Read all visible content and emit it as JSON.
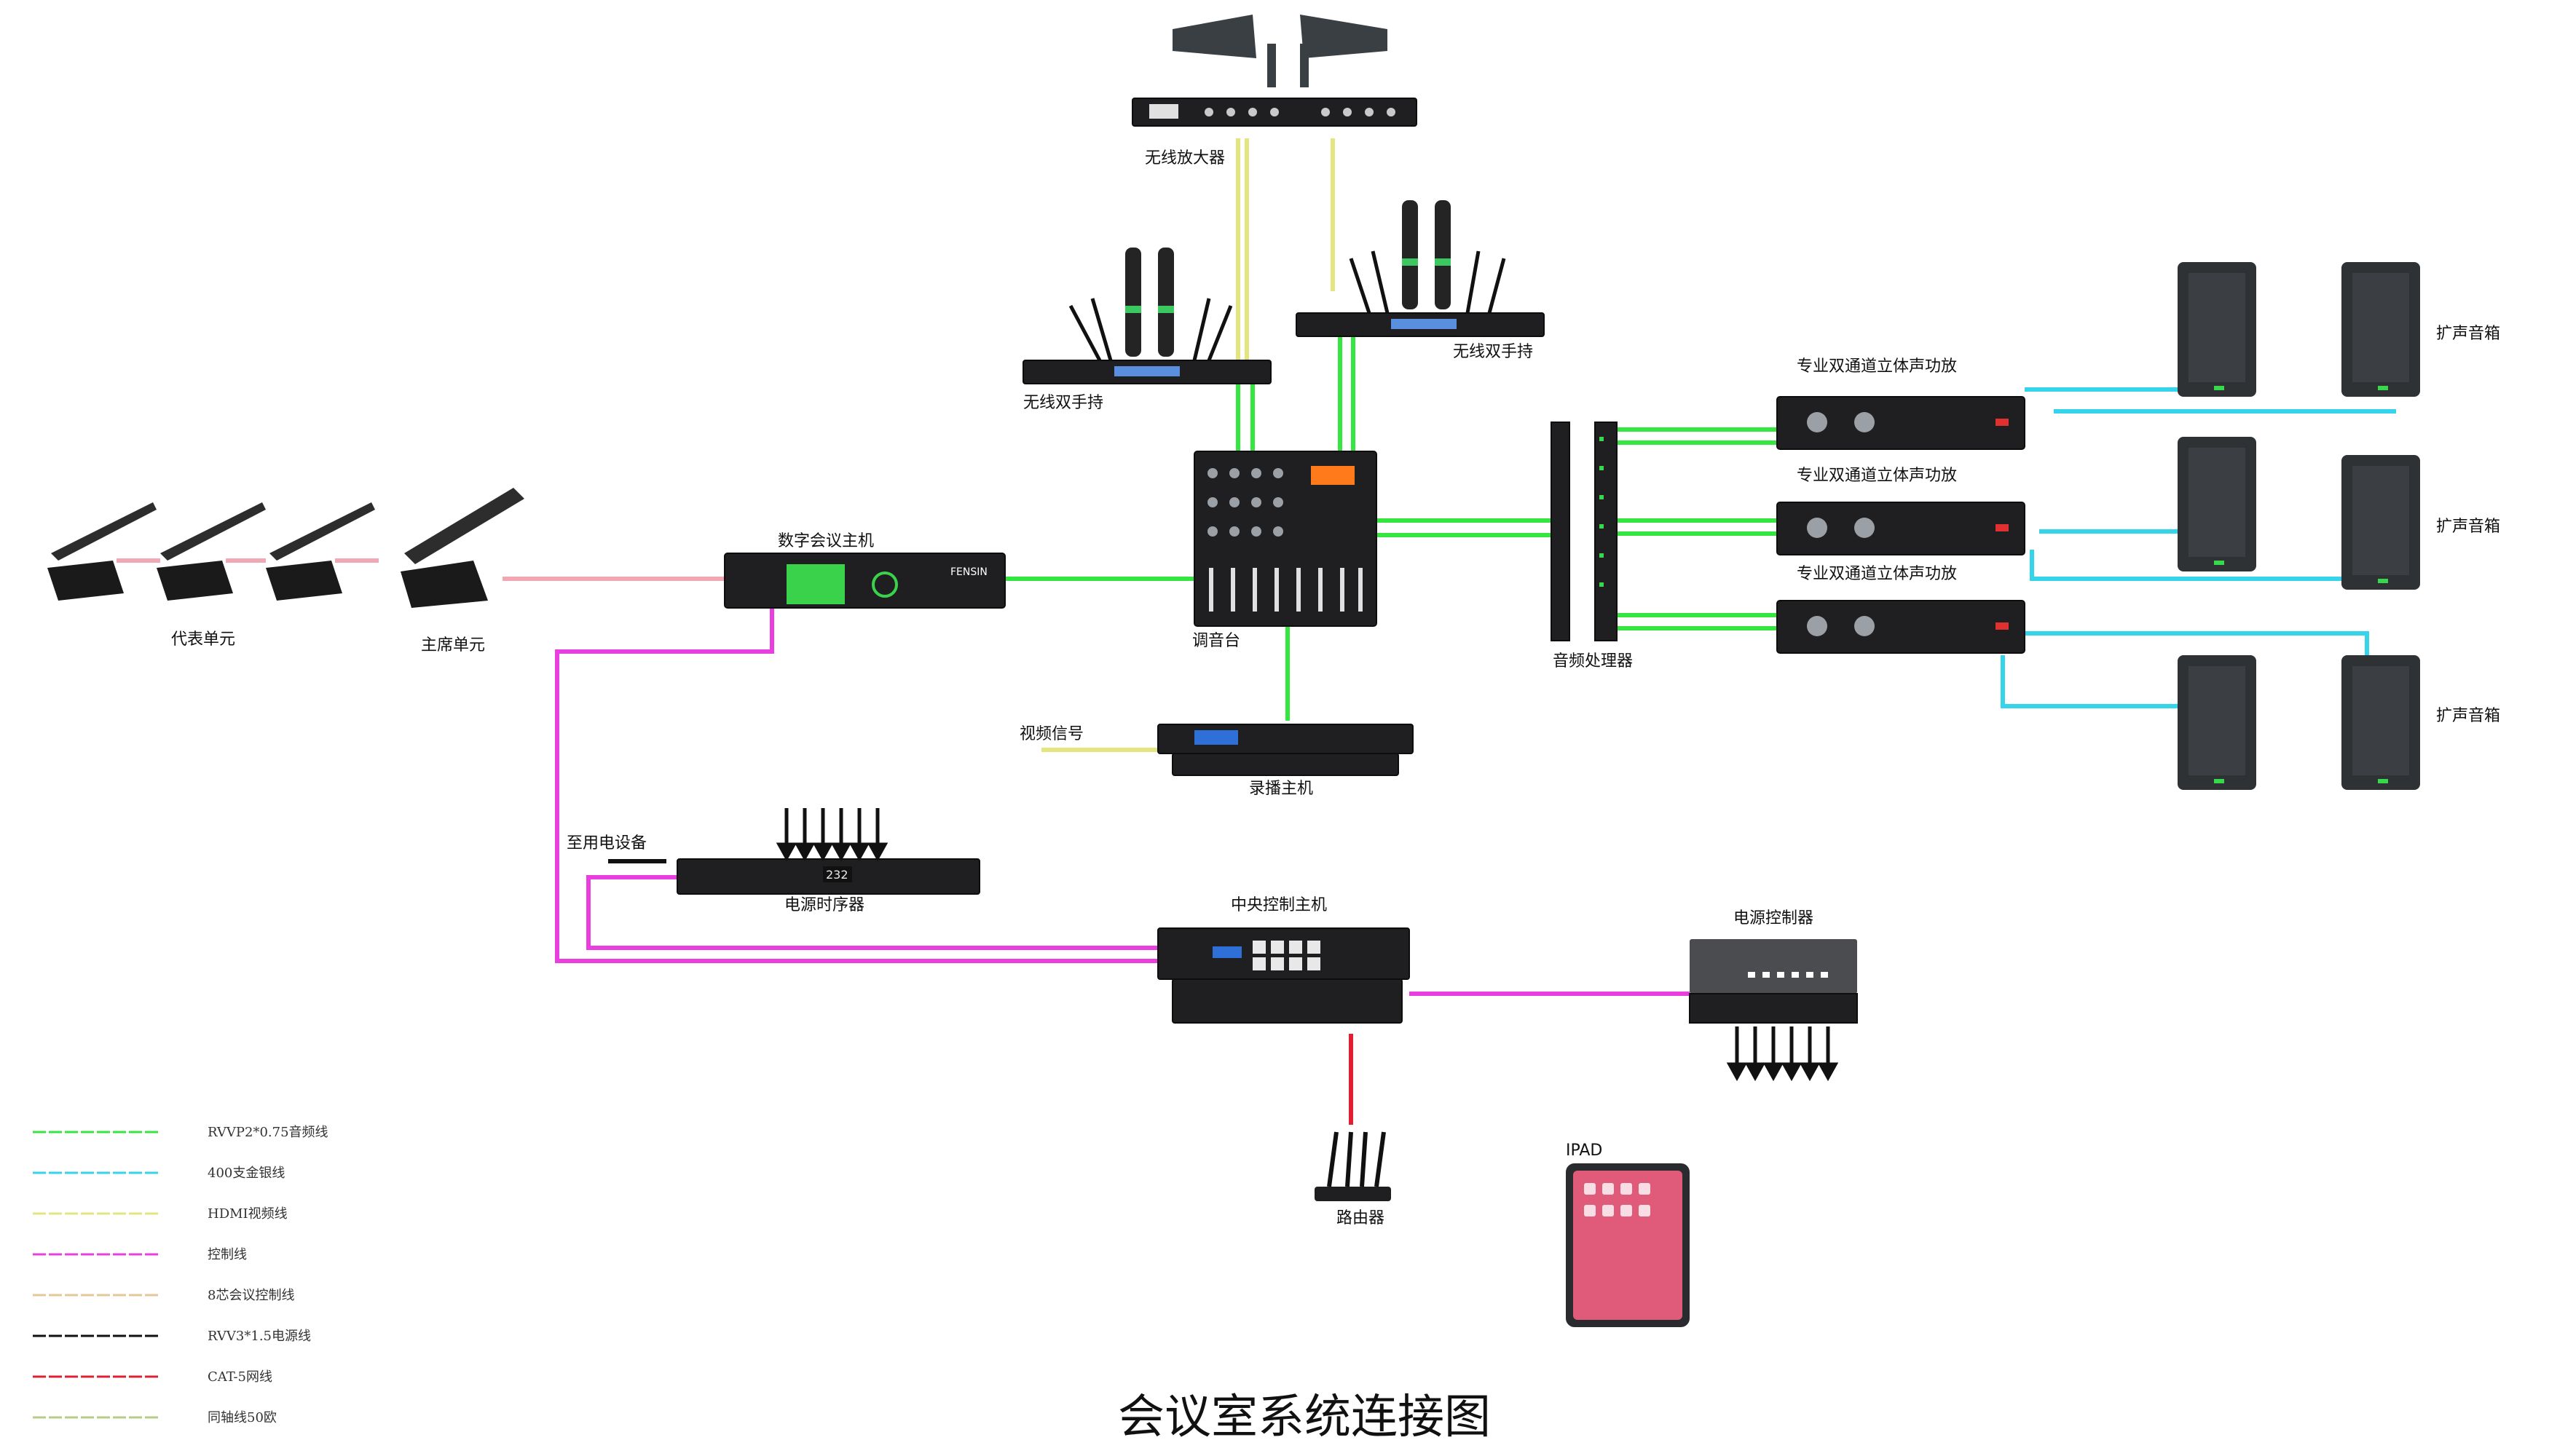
{
  "title": "会议室系统连接图",
  "brand": "FENSIN",
  "labels": {
    "wireless_amp": "无线放大器",
    "wireless_handheld_left": "无线双手持",
    "wireless_handheld_right": "无线双手持",
    "mixer": "调音台",
    "conf_host": "数字会议主机",
    "delegate_unit": "代表单元",
    "chair_unit": "主席单元",
    "audio_processor": "音频处理器",
    "amp_1": "专业双通道立体声功放",
    "amp_2": "专业双通道立体声功放",
    "amp_3": "专业双通道立体声功放",
    "speaker_1": "扩声音箱",
    "speaker_2": "扩声音箱",
    "speaker_3": "扩声音箱",
    "video_signal": "视频信号",
    "recorder": "录播主机",
    "to_power_devices": "至用电设备",
    "power_sequencer": "电源时序器",
    "central_control": "中央控制主机",
    "power_controller": "电源控制器",
    "router": "路由器",
    "ipad": "IPAD",
    "sequencer_display": "232"
  },
  "legend": [
    {
      "label": "RVVP2*0.75音频线",
      "color": "#35e640"
    },
    {
      "label": "400支金银线",
      "color": "#36d4ea"
    },
    {
      "label": "HDMI视频线",
      "color": "#e3e67f"
    },
    {
      "label": "控制线",
      "color": "#ea3fe0"
    },
    {
      "label": "8芯会议控制线",
      "color": "#e6c79a"
    },
    {
      "label": "RVV3*1.5电源线",
      "color": "#111111"
    },
    {
      "label": "CAT-5网线",
      "color": "#e02030"
    },
    {
      "label": "同轴线50欧",
      "color": "#b7cc8a"
    }
  ],
  "icons": [
    "antenna-icon",
    "microphone-icon",
    "speaker-icon",
    "router-icon",
    "tablet-icon",
    "arrow-down-icon",
    "gooseneck-mic-icon"
  ]
}
